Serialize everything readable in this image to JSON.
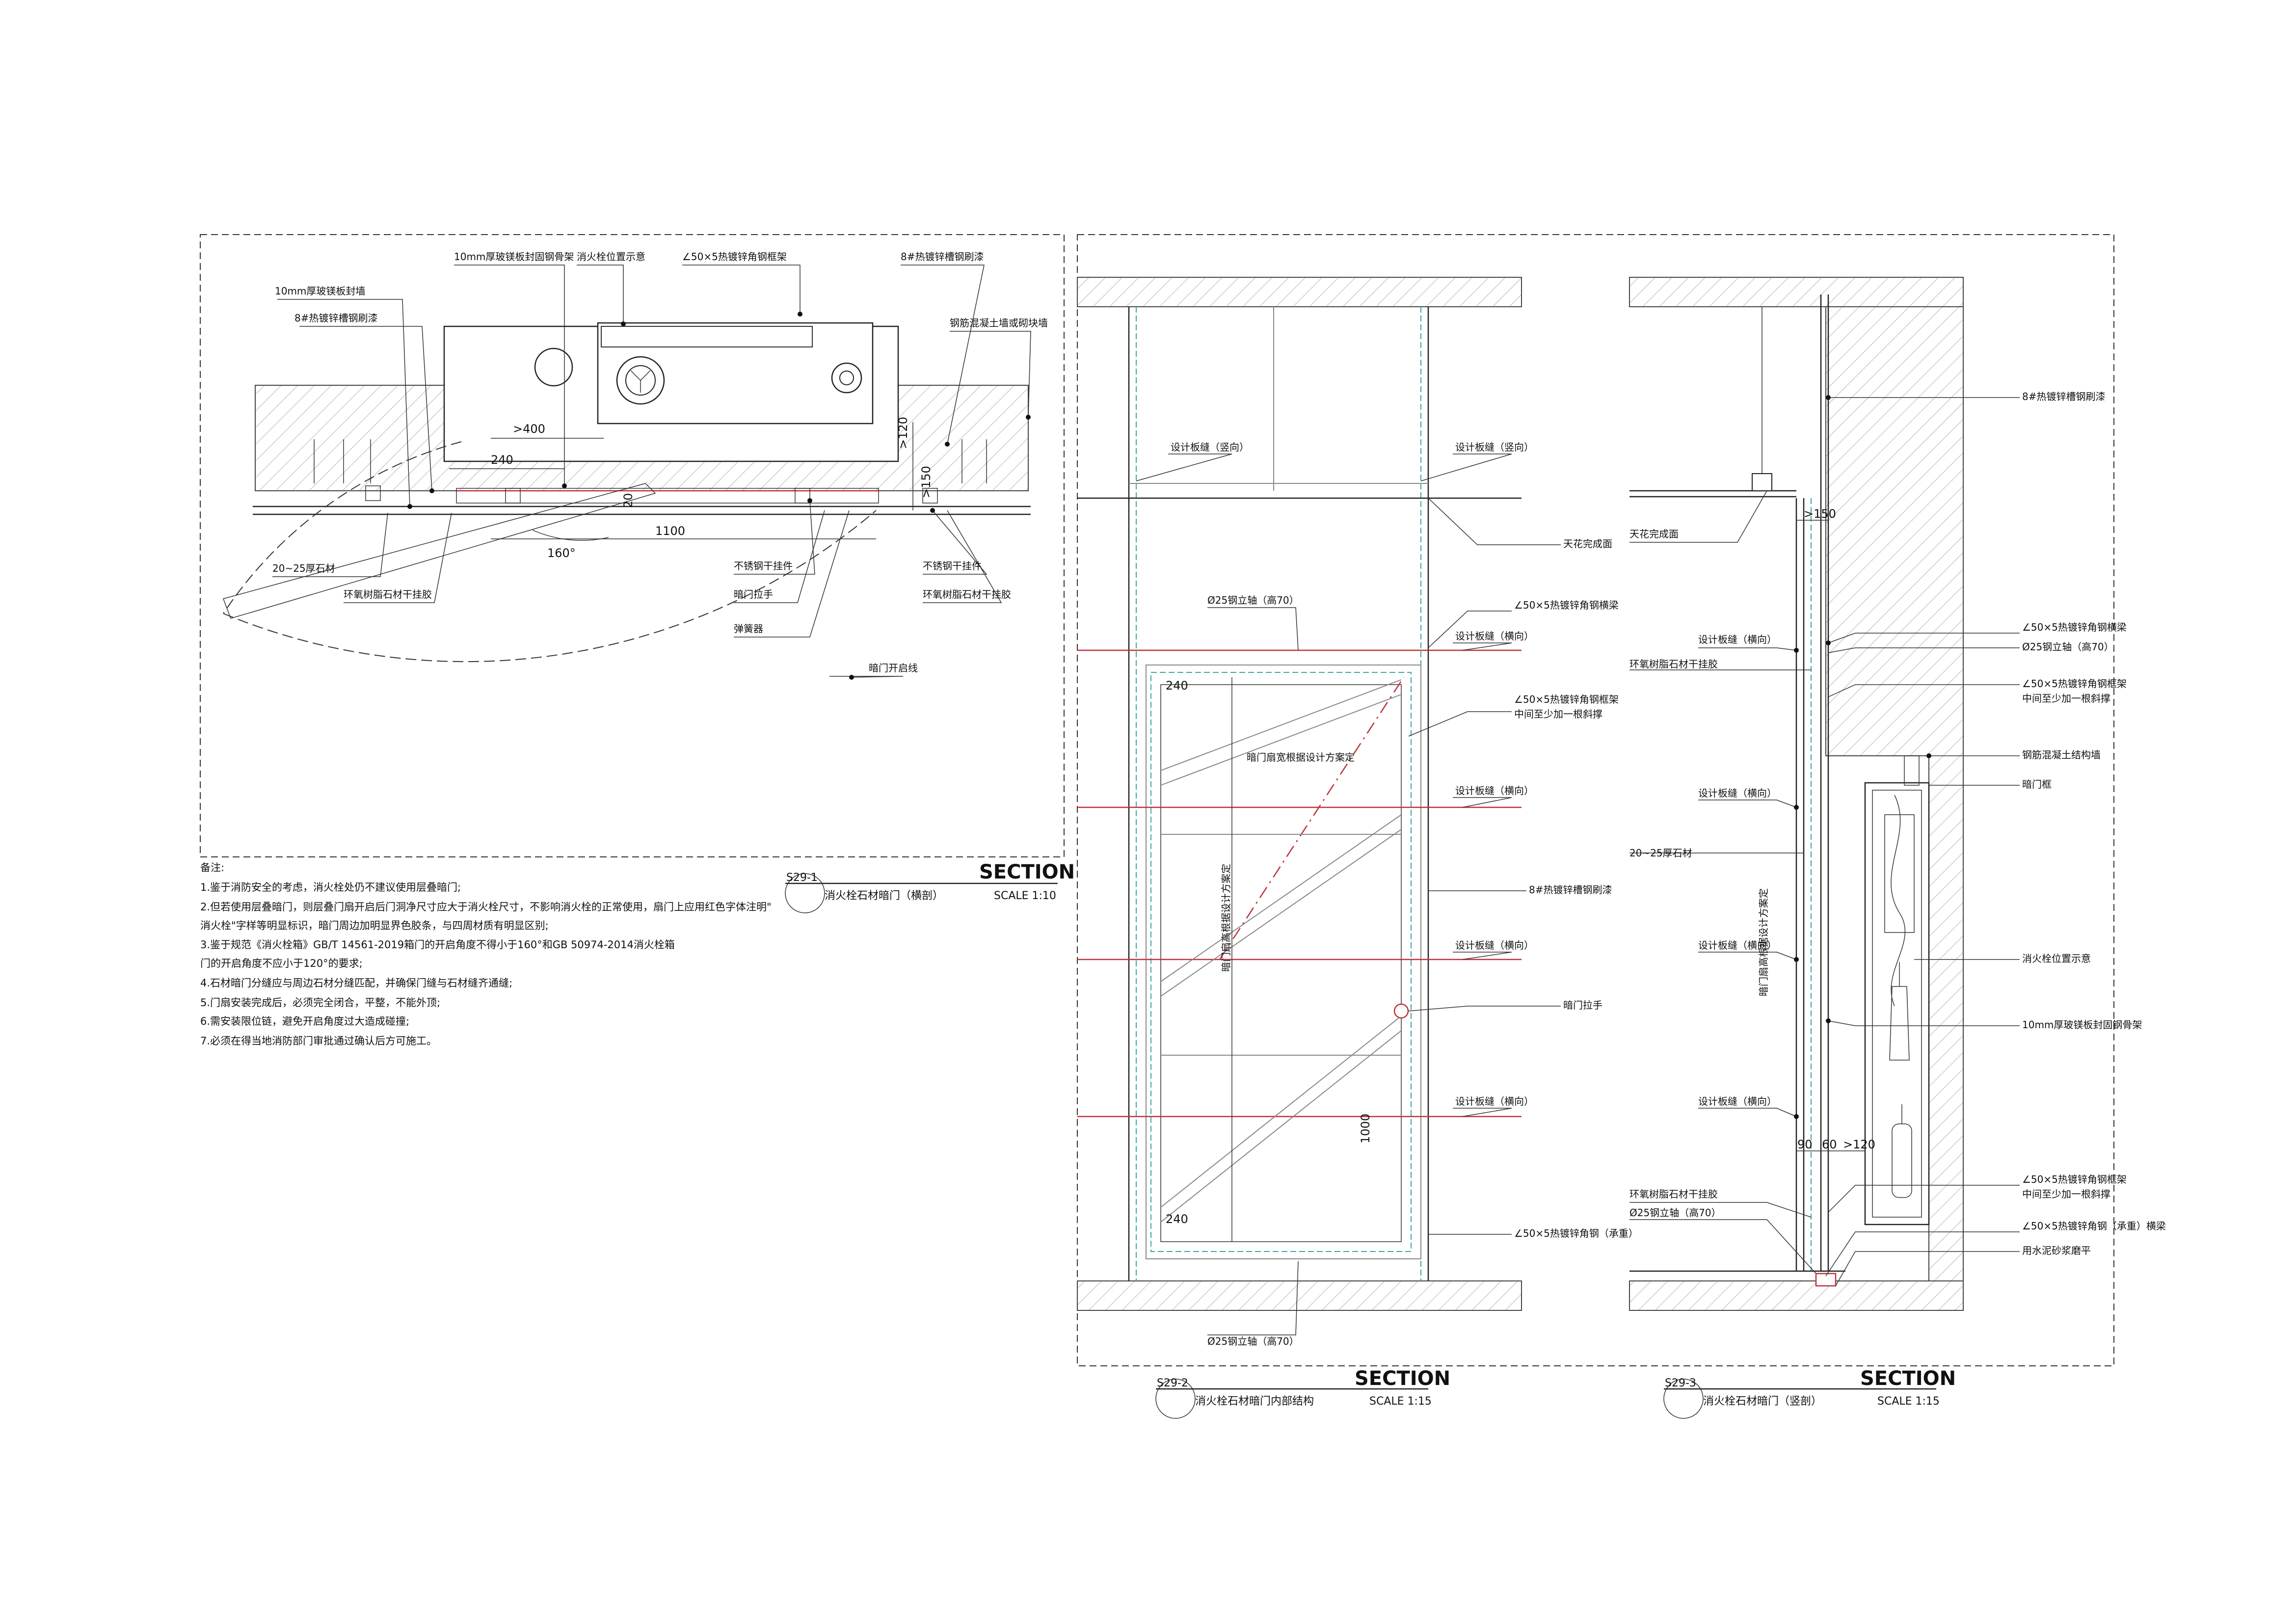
{
  "sheet": {
    "background": "#ffffff",
    "line_color": "#222222",
    "accent_red": "#c0303a",
    "accent_cyan": "#3aa6a0"
  },
  "view1": {
    "labels": {
      "l1": "10mm厚玻镁板封墙",
      "l2": "8#热镀锌槽钢刷漆",
      "l3": "10mm厚玻镁板封固钢骨架",
      "l4": "消火栓位置示意",
      "l5": "∠50×5热镀锌角钢框架",
      "l6": "8#热镀锌槽钢刷漆",
      "l7": "钢筋混凝土墙或砌块墙",
      "l8": "20~25厚石材",
      "l9": "环氧树脂石材干挂胶",
      "l10": "不锈钢干挂件",
      "l11": "暗门拉手",
      "l12": "弹簧器",
      "l13": "不锈钢干挂件",
      "l14": "环氧树脂石材干挂胶",
      "l15": "暗门开启线"
    },
    "dims": {
      "d1": ">400",
      "d2": "240",
      "d3": "1100",
      "d4": ">120",
      "d5": ">150",
      "d6": "160°",
      "d7": "20"
    },
    "notes_title": "备注:",
    "notes": [
      "1.鉴于消防安全的考虑，消火栓处仍不建议使用层叠暗门;",
      "2.但若使用层叠暗门，则层叠门扇开启后门洞净尺寸应大于消火栓尺寸，不影响消火栓的正常使用，扇门上应用红色字体注明\"",
      "消火栓\"字样等明显标识，暗门周边加明显界色胶条，与四周材质有明显区别;",
      "3.鉴于规范《消火栓箱》GB/T 14561-2019箱门的开启角度不得小于160°和GB 50974-2014消火栓箱",
      "门的开启角度不应小于120°的要求;",
      "4.石材暗门分缝应与周边石材分缝匹配，并确保门缝与石材缝齐通缝;",
      "5.门扇安装完成后，必须完全闭合，平整，不能外顶;",
      "6.需安装限位链，避免开启角度过大造成碰撞;",
      "7.必须在得当地消防部门审批通过确认后方可施工。"
    ],
    "title_block": {
      "tag": "S29-1",
      "section": "SECTION",
      "name": "消火栓石材暗门（横剖）",
      "scale": "SCALE  1:10"
    }
  },
  "view2": {
    "labels": {
      "l1": "设计板缝（竖向）",
      "l2": "设计板缝（竖向）",
      "l3": "天花完成面",
      "l4": "Ø25钢立轴（高70）",
      "l5": "∠50×5热镀锌角钢横梁",
      "l6": "设计板缝（横向）",
      "l7": "∠50×5热镀锌角钢框架",
      "l8": "中间至少加一根斜撑",
      "l9": "暗门扇宽根据设计方案定",
      "l10": "设计板缝（横向）",
      "l11": "8#热镀锌槽钢刷漆",
      "l12": "设计板缝（横向）",
      "l13": "暗门拉手",
      "l14": "暗门扇高根据设计方案定",
      "l15": "设计板缝（横向）",
      "l16": "∠50×5热镀锌角钢（承重）",
      "l17": "Ø25钢立轴（高70）"
    },
    "dims": {
      "d1": "240",
      "d2": "240",
      "d3": "1000"
    },
    "title_block": {
      "tag": "S29-2",
      "section": "SECTION",
      "name": "消火栓石材暗门内部结构",
      "scale": "SCALE  1:15"
    }
  },
  "view3": {
    "labels": {
      "l1": "8#热镀锌槽钢刷漆",
      "l2": "天花完成面",
      "l3": "∠50×5热镀锌角钢横梁",
      "l4": "Ø25钢立轴（高70）",
      "l5": "设计板缝（横向）",
      "l6": "环氧树脂石材干挂胶",
      "l7": "∠50×5热镀锌角钢框架",
      "l8": "中间至少加一根斜撑",
      "l9": "钢筋混凝土结构墙",
      "l10": "暗门框",
      "l11": "设计板缝（横向）",
      "l12": "20~25厚石材",
      "l13": "暗门扇高根据设计方案定",
      "l14": "设计板缝（横向）",
      "l15": "消火栓位置示意",
      "l16": "10mm厚玻镁板封固钢骨架",
      "l17": "设计板缝（横向）",
      "l18": "环氧树脂石材干挂胶",
      "l19": "∠50×5热镀锌角钢框架",
      "l20": "中间至少加一根斜撑",
      "l21": "Ø25钢立轴（高70）",
      "l22": "∠50×5热镀锌角钢（承重）横梁",
      "l23": "用水泥砂浆磨平"
    },
    "dims": {
      "d1": ">150",
      "d2": "90",
      "d3": "60",
      "d4": ">120"
    },
    "title_block": {
      "tag": "S29-3",
      "section": "SECTION",
      "name": "消火栓石材暗门（竖剖）",
      "scale": "SCALE  1:15"
    }
  }
}
